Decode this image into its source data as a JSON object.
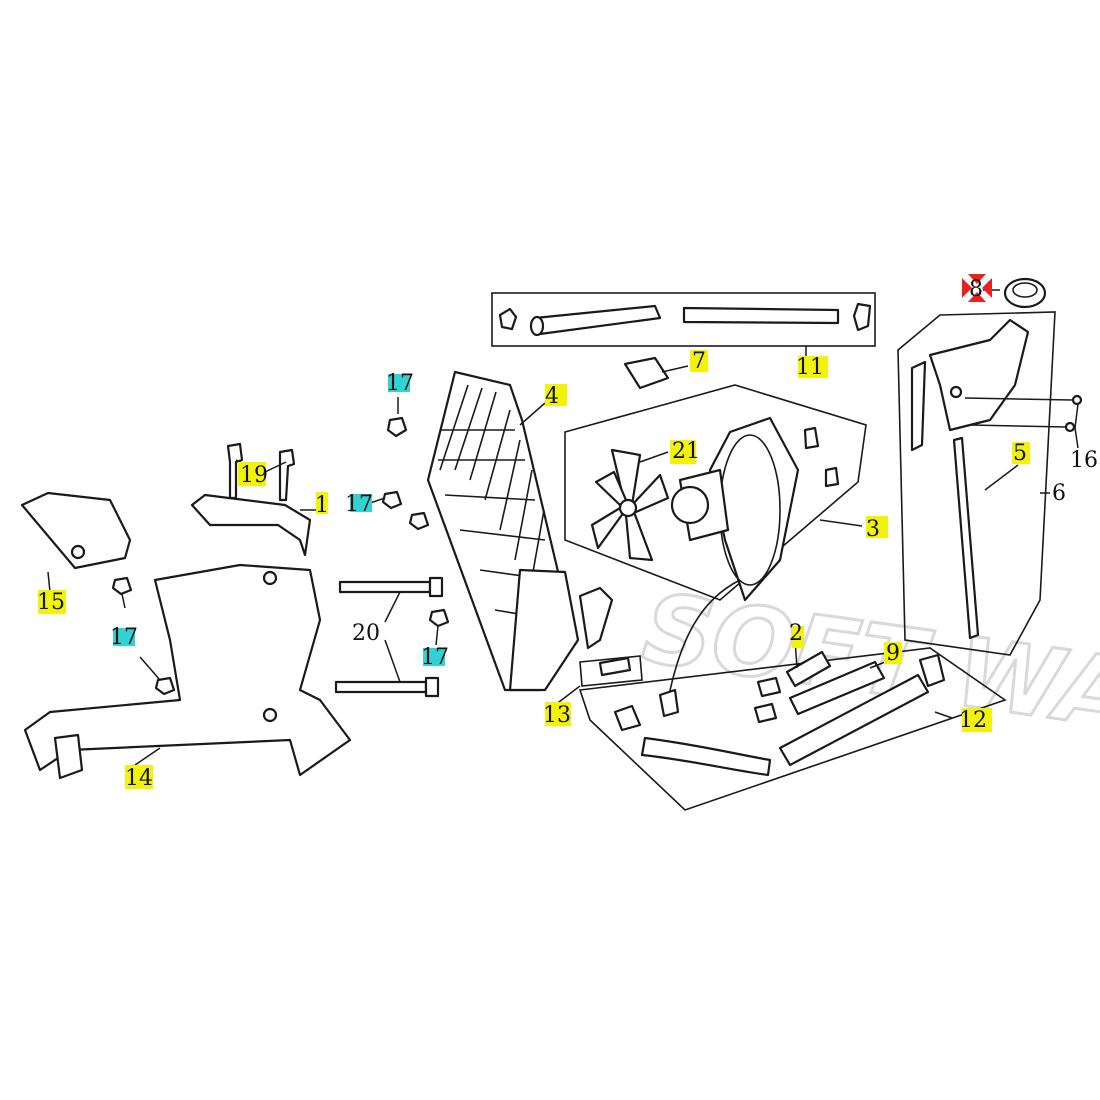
{
  "diagram": {
    "watermark": "SOFT WAY",
    "callouts": [
      {
        "id": "c1",
        "text": "1",
        "highlight": "yellow"
      },
      {
        "id": "c2",
        "text": "2",
        "highlight": "yellow"
      },
      {
        "id": "c3",
        "text": "3",
        "highlight": "yellow"
      },
      {
        "id": "c4",
        "text": "4",
        "highlight": "yellow"
      },
      {
        "id": "c5",
        "text": "5",
        "highlight": "yellow"
      },
      {
        "id": "c6",
        "text": "6",
        "highlight": "none"
      },
      {
        "id": "c7",
        "text": "7",
        "highlight": "yellow"
      },
      {
        "id": "c8",
        "text": "8",
        "highlight": "red-marker"
      },
      {
        "id": "c9",
        "text": "9",
        "highlight": "yellow"
      },
      {
        "id": "c11",
        "text": "11",
        "highlight": "yellow"
      },
      {
        "id": "c12",
        "text": "12",
        "highlight": "yellow"
      },
      {
        "id": "c13",
        "text": "13",
        "highlight": "yellow"
      },
      {
        "id": "c14",
        "text": "14",
        "highlight": "yellow"
      },
      {
        "id": "c15",
        "text": "15",
        "highlight": "yellow"
      },
      {
        "id": "c16",
        "text": "16",
        "highlight": "none"
      },
      {
        "id": "c17a",
        "text": "17",
        "highlight": "cyan"
      },
      {
        "id": "c17b",
        "text": "17",
        "highlight": "cyan"
      },
      {
        "id": "c17c",
        "text": "17",
        "highlight": "cyan"
      },
      {
        "id": "c17d",
        "text": "17",
        "highlight": "cyan"
      },
      {
        "id": "c19",
        "text": "19",
        "highlight": "yellow"
      },
      {
        "id": "c20",
        "text": "20",
        "highlight": "none"
      },
      {
        "id": "c21",
        "text": "21",
        "highlight": "yellow"
      }
    ],
    "colors": {
      "highlight_yellow": "#f2f20a",
      "highlight_cyan": "#32d2d2",
      "marker_red": "#e8221c",
      "line": "#1a1a1a",
      "watermark": "#d9d9d9"
    }
  }
}
